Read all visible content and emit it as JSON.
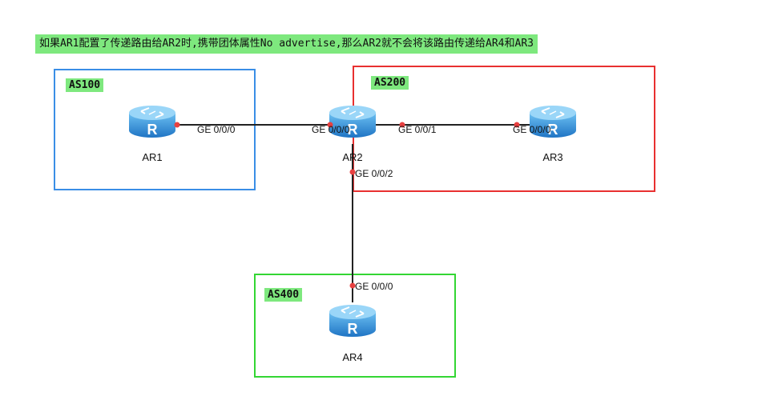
{
  "title": "如果AR1配置了传递路由给AR2时,携带团体属性No advertise,那么AR2就不会将该路由传递给AR4和AR3",
  "as_boxes": [
    {
      "name": "AS100",
      "color": "#3a8ee6"
    },
    {
      "name": "AS200",
      "color": "#e83030"
    },
    {
      "name": "AS400",
      "color": "#33d633"
    }
  ],
  "routers": {
    "ar1": {
      "name": "AR1",
      "icon": "router-icon"
    },
    "ar2": {
      "name": "AR2",
      "icon": "router-icon"
    },
    "ar3": {
      "name": "AR3",
      "icon": "router-icon"
    },
    "ar4": {
      "name": "AR4",
      "icon": "router-icon"
    }
  },
  "ports": {
    "ar1_ge000": "GE 0/0/0",
    "ar2_ge000": "GE 0/0/0",
    "ar2_ge001": "GE 0/0/1",
    "ar3_ge000": "GE 0/0/0",
    "ar2_ge002": "GE 0/0/2",
    "ar4_ge000": "GE 0/0/0"
  },
  "colors": {
    "link": "#222222",
    "port_dot": "#e84040",
    "label_bg": "#7ee87e",
    "router_blue": "#2f8fd6"
  }
}
